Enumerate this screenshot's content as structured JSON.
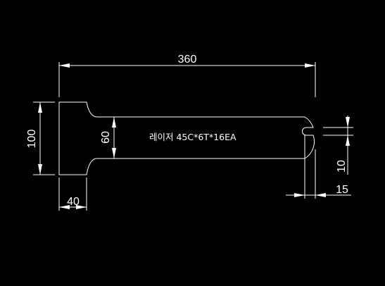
{
  "drawing": {
    "background_color": "#000000",
    "line_color": "#ffffff",
    "dimensions": {
      "overall_length": "360",
      "head_height": "100",
      "head_width": "40",
      "shaft_width": "60",
      "slot_width": "10",
      "slot_depth": "15"
    },
    "part_note": "레이저 45C*6T*16EA"
  }
}
